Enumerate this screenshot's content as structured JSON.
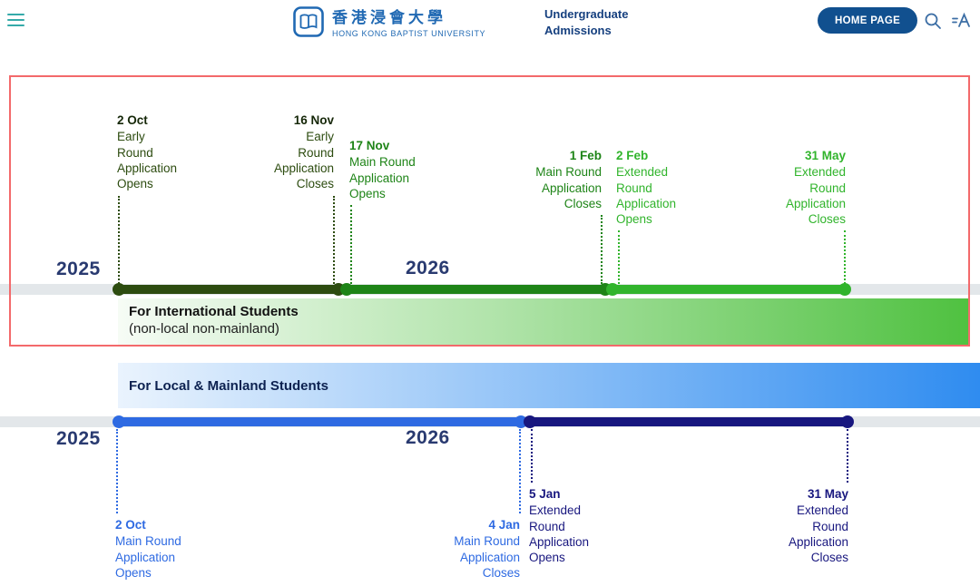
{
  "header": {
    "logo_chinese": "香港浸會大學",
    "logo_english": "HONG KONG BAPTIST UNIVERSITY",
    "site_title": "Undergraduate Admissions",
    "home_button_label": "HOME PAGE"
  },
  "international": {
    "band_title": "For International Students",
    "band_subtitle": "(non-local non-mainland)",
    "year_left": "2025",
    "year_right": "2026",
    "milestones": [
      {
        "date": "2 Oct",
        "desc": "Early\nRound\nApplication\nOpens",
        "round": "Early Round",
        "event": "Opens"
      },
      {
        "date": "16 Nov",
        "desc": "Early\nRound\nApplication\nCloses",
        "round": "Early Round",
        "event": "Closes"
      },
      {
        "date": "17 Nov",
        "desc": "Main Round\nApplication\nOpens",
        "round": "Main Round",
        "event": "Opens"
      },
      {
        "date": "1 Feb",
        "desc": "Main Round\nApplication\nCloses",
        "round": "Main Round",
        "event": "Closes"
      },
      {
        "date": "2 Feb",
        "desc": "Extended\nRound\nApplication\nOpens",
        "round": "Extended Round",
        "event": "Opens"
      },
      {
        "date": "31 May",
        "desc": "Extended\nRound\nApplication\nCloses",
        "round": "Extended Round",
        "event": "Closes"
      }
    ]
  },
  "local": {
    "band_title": "For Local & Mainland Students",
    "year_left": "2025",
    "year_right": "2026",
    "milestones": [
      {
        "date": "2 Oct",
        "desc": "Main Round\nApplication\nOpens",
        "round": "Main Round",
        "event": "Opens"
      },
      {
        "date": "4 Jan",
        "desc": "Main Round\nApplication\nCloses",
        "round": "Main Round",
        "event": "Closes"
      },
      {
        "date": "5 Jan",
        "desc": "Extended\nRound\nApplication\nOpens",
        "round": "Extended Round",
        "event": "Opens"
      },
      {
        "date": "31 May",
        "desc": "Extended\nRound\nApplication\nCloses",
        "round": "Extended Round",
        "event": "Closes"
      }
    ]
  },
  "colors": {
    "header_teal": "#35aaa9",
    "hkbu_blue": "#2069b3",
    "navy_text": "#16407f",
    "home_button_bg": "#11508f",
    "icon_blue": "#3c6ea5",
    "highlight_red": "#f3696b",
    "track_gray": "#e3e7ea",
    "early_green": "#2d4c10",
    "early_green_dark": "#152708",
    "main_green": "#1e8417",
    "extended_green": "#31b42c",
    "main_blue": "#2e6ae2",
    "extended_navy": "#18177f",
    "year_navy": "#293a70",
    "band_green": "#4fc140",
    "band_blue": "#2f8cf0",
    "local_band_text": "#0c2150"
  }
}
